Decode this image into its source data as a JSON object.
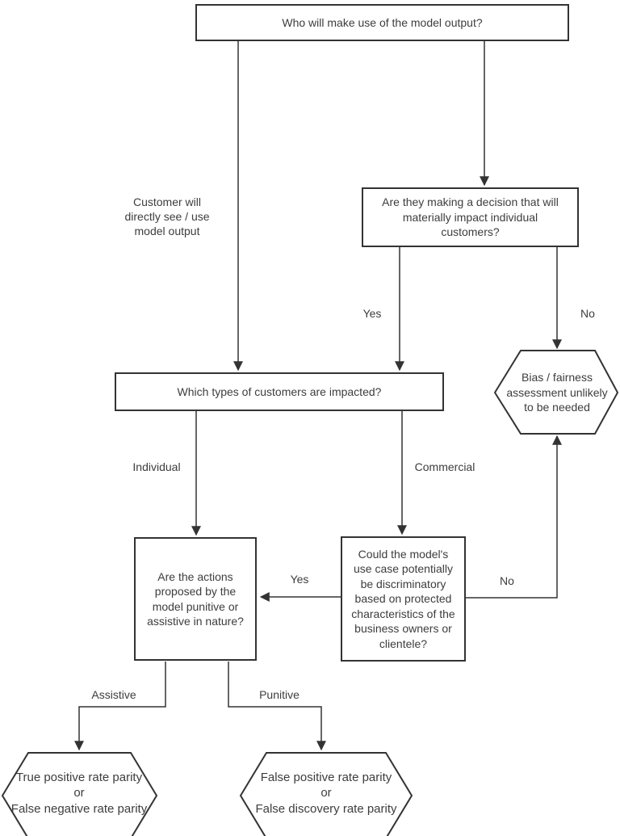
{
  "colors": {
    "line": "#333333",
    "text": "#3d3d3d",
    "background": "#ffffff"
  },
  "nodes": {
    "who_output": {
      "shape": "rectangle",
      "text": "Who will make use of the model output?"
    },
    "materially_impact": {
      "shape": "rectangle",
      "text": "Are they making a decision that will\nmaterially impact individual\ncustomers?"
    },
    "which_types": {
      "shape": "rectangle",
      "text": "Which types of customers are impacted?"
    },
    "actions_nature": {
      "shape": "rectangle",
      "text": "Are the actions\nproposed by the\nmodel punitive or\nassistive in nature?"
    },
    "discriminatory_use": {
      "shape": "rectangle",
      "text": "Could the model's\nuse case potentially\nbe discriminatory\nbased on protected\ncharacteristics of the\nbusiness owners or\nclientele?"
    },
    "bias_unlikely": {
      "shape": "hexagon",
      "text": "Bias / fairness\nassessment unlikely\nto be needed"
    },
    "true_positive_parity": {
      "shape": "hexagon",
      "text": "True positive rate parity\nor\nFalse negative rate parity"
    },
    "false_positive_parity": {
      "shape": "hexagon",
      "text": "False positive rate parity\nor\nFalse discovery rate parity"
    }
  },
  "edge_labels": {
    "customer_direct": "Customer will\ndirectly see / use\nmodel output",
    "decision_yes": "Yes",
    "decision_no": "No",
    "individual": "Individual",
    "commercial": "Commercial",
    "discriminatory_yes": "Yes",
    "discriminatory_no": "No",
    "assistive": "Assistive",
    "punitive": "Punitive"
  }
}
